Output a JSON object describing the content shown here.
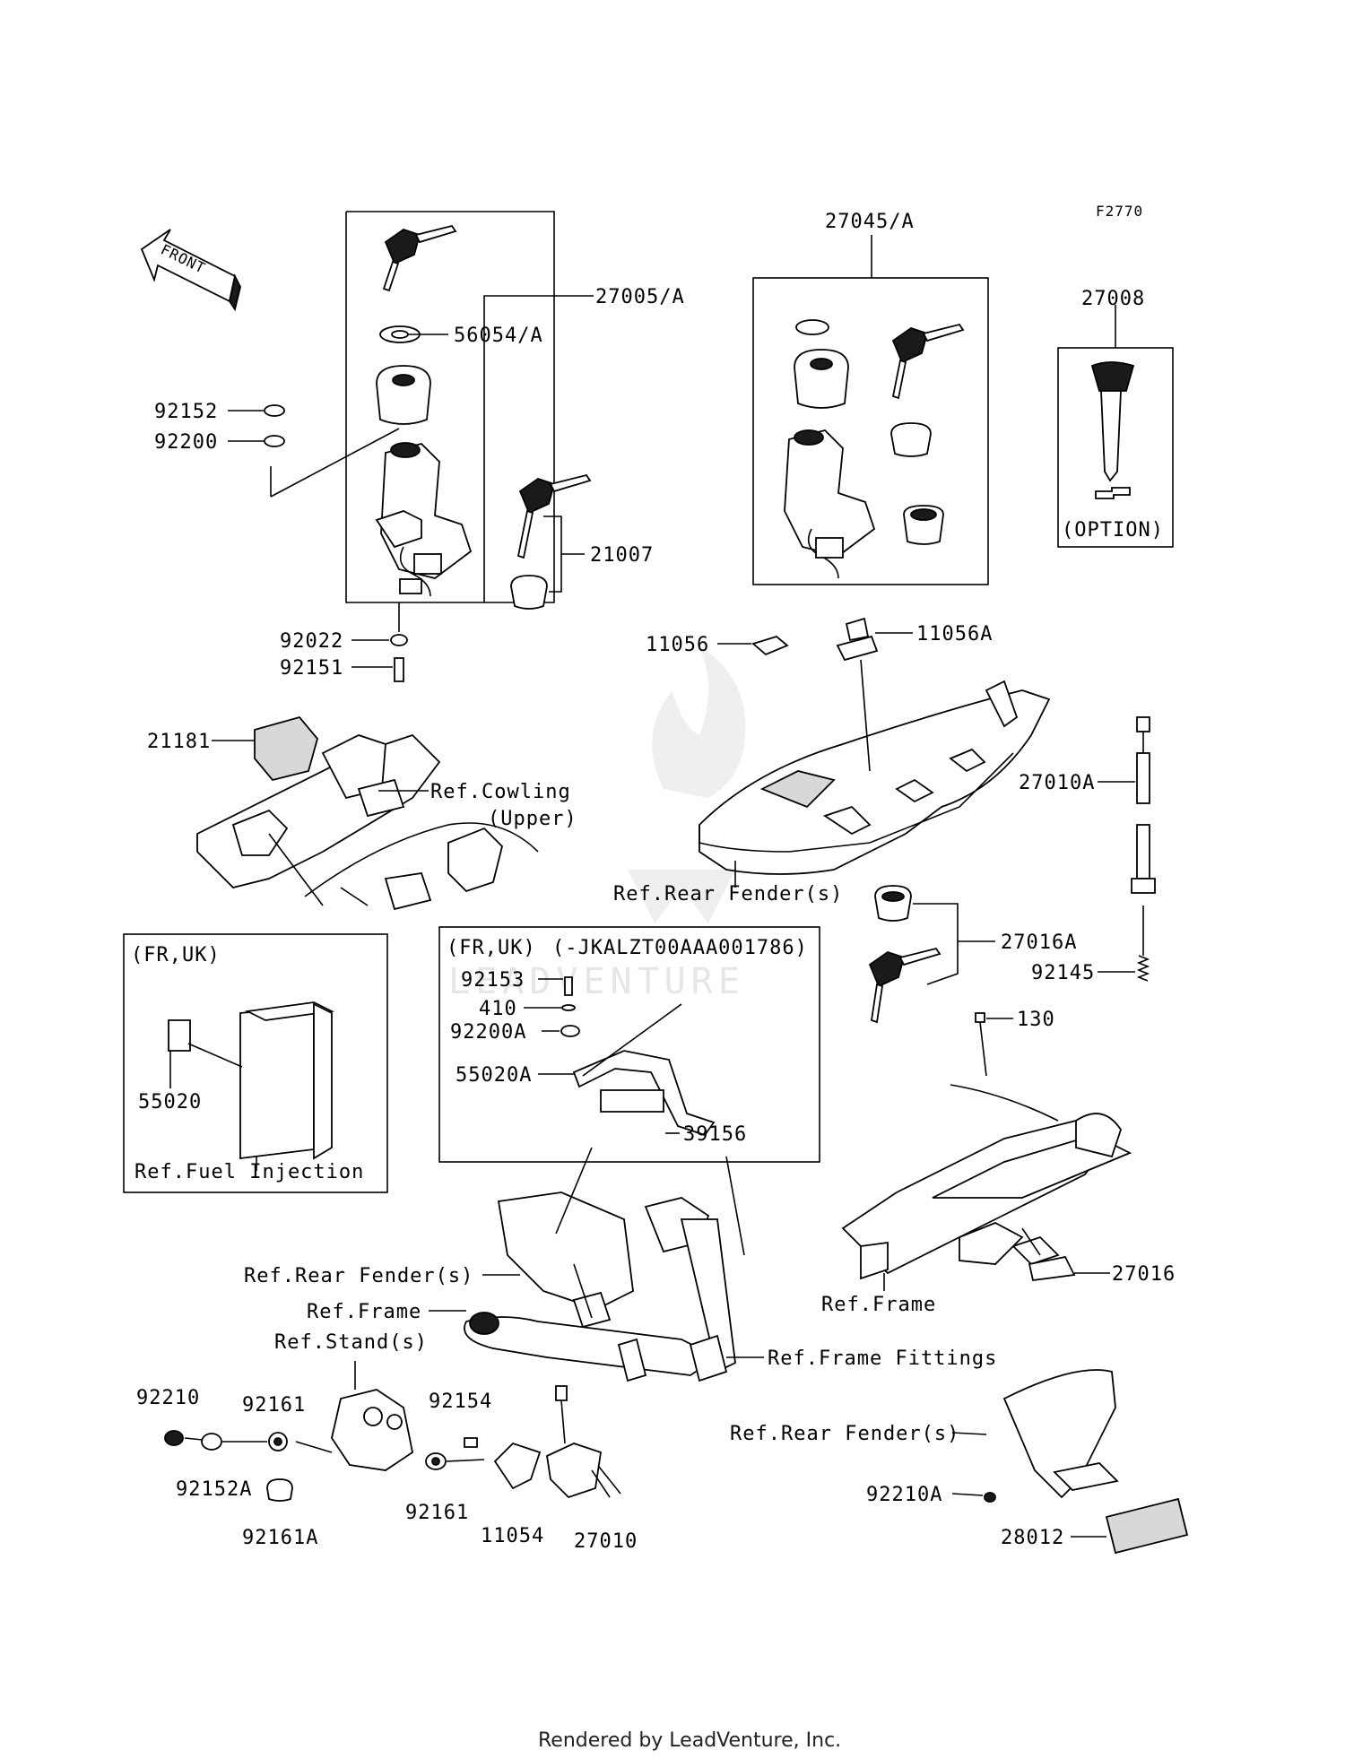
{
  "diagram": {
    "code": "F2770",
    "front_label": "FRONT",
    "footer": "Rendered by LeadVenture, Inc.",
    "watermark": "LEADVENTURE",
    "labels": {
      "p27005A": "27005/A",
      "p56054A": "56054/A",
      "p92152": "92152",
      "p92200": "92200",
      "p21007": "21007",
      "p92022": "92022",
      "p92151": "92151",
      "p27045A": "27045/A",
      "p27008": "27008",
      "option": "(OPTION)",
      "p11056": "11056",
      "p11056A": "11056A",
      "p21181": "21181",
      "refCowling": "Ref.Cowling",
      "refCowlingUpper": "(Upper)",
      "p27010A": "27010A",
      "refRearFender1": "Ref.Rear Fender(s)",
      "p27016A": "27016A",
      "p92145": "92145",
      "frUk1": "(FR,UK)",
      "p55020": "55020",
      "refFuelInjection": "Ref.Fuel Injection",
      "frUk2": "(FR,UK)",
      "vinRange": "(-JKALZT00AAA001786)",
      "p92153": "92153",
      "p410": "410",
      "p92200A": "92200A",
      "p55020A": "55020A",
      "p39156": "39156",
      "p130": "130",
      "refRearFender2": "Ref.Rear Fender(s)",
      "refFrame1": "Ref.Frame",
      "refStand": "Ref.Stand(s)",
      "refFrame2": "Ref.Frame",
      "p27016": "27016",
      "refFrameFittings": "Ref.Frame Fittings",
      "p92210": "92210",
      "p92161a": "92161",
      "p92152A": "92152A",
      "p92161A": "92161A",
      "p92154": "92154",
      "p92161b": "92161",
      "p11054": "11054",
      "p27010": "27010",
      "refRearFender3": "Ref.Rear Fender(s)",
      "p92210A": "92210A",
      "p28012": "28012"
    }
  }
}
